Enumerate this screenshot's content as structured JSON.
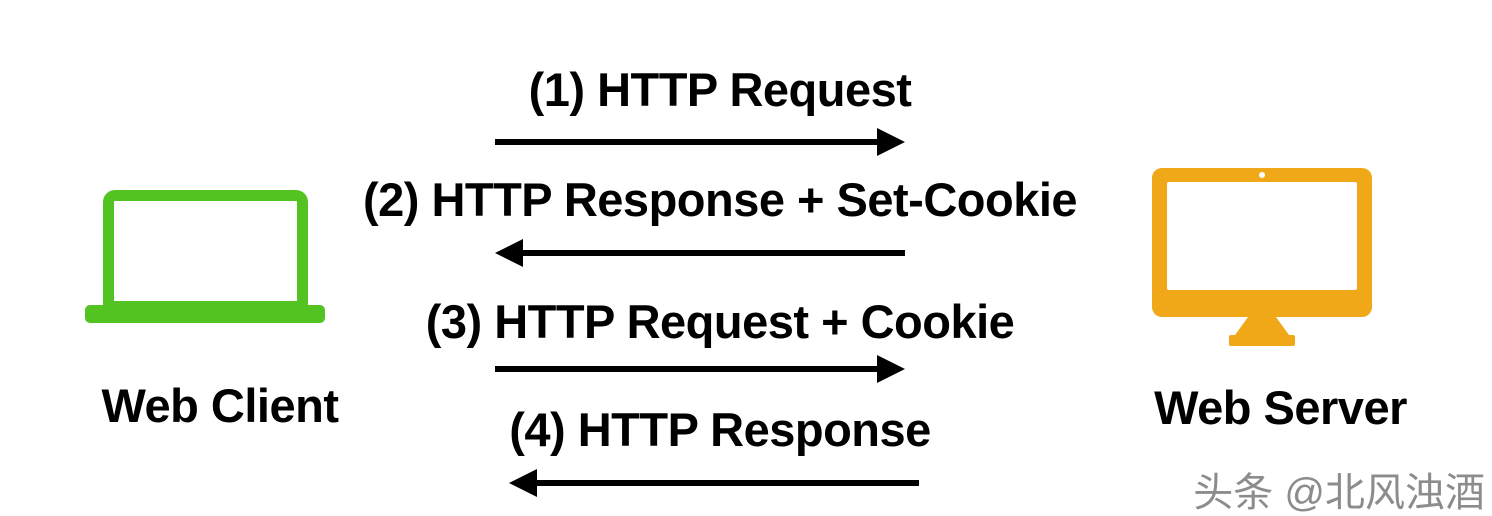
{
  "client": {
    "label": "Web Client",
    "icon": "laptop-icon"
  },
  "server": {
    "label": "Web Server",
    "icon": "monitor-icon"
  },
  "messages": [
    {
      "step": 1,
      "label": "(1) HTTP Request",
      "direction": "right"
    },
    {
      "step": 2,
      "label": "(2) HTTP Response + Set-Cookie",
      "direction": "left"
    },
    {
      "step": 3,
      "label": "(3) HTTP Request + Cookie",
      "direction": "right"
    },
    {
      "step": 4,
      "label": "(4) HTTP Response",
      "direction": "left"
    }
  ],
  "watermark": {
    "text": "头条 @北风浊酒"
  },
  "colors": {
    "client_icon": "#53c322",
    "server_icon": "#f0a818",
    "arrow": "#000000",
    "watermark": "#8c8c8c"
  }
}
